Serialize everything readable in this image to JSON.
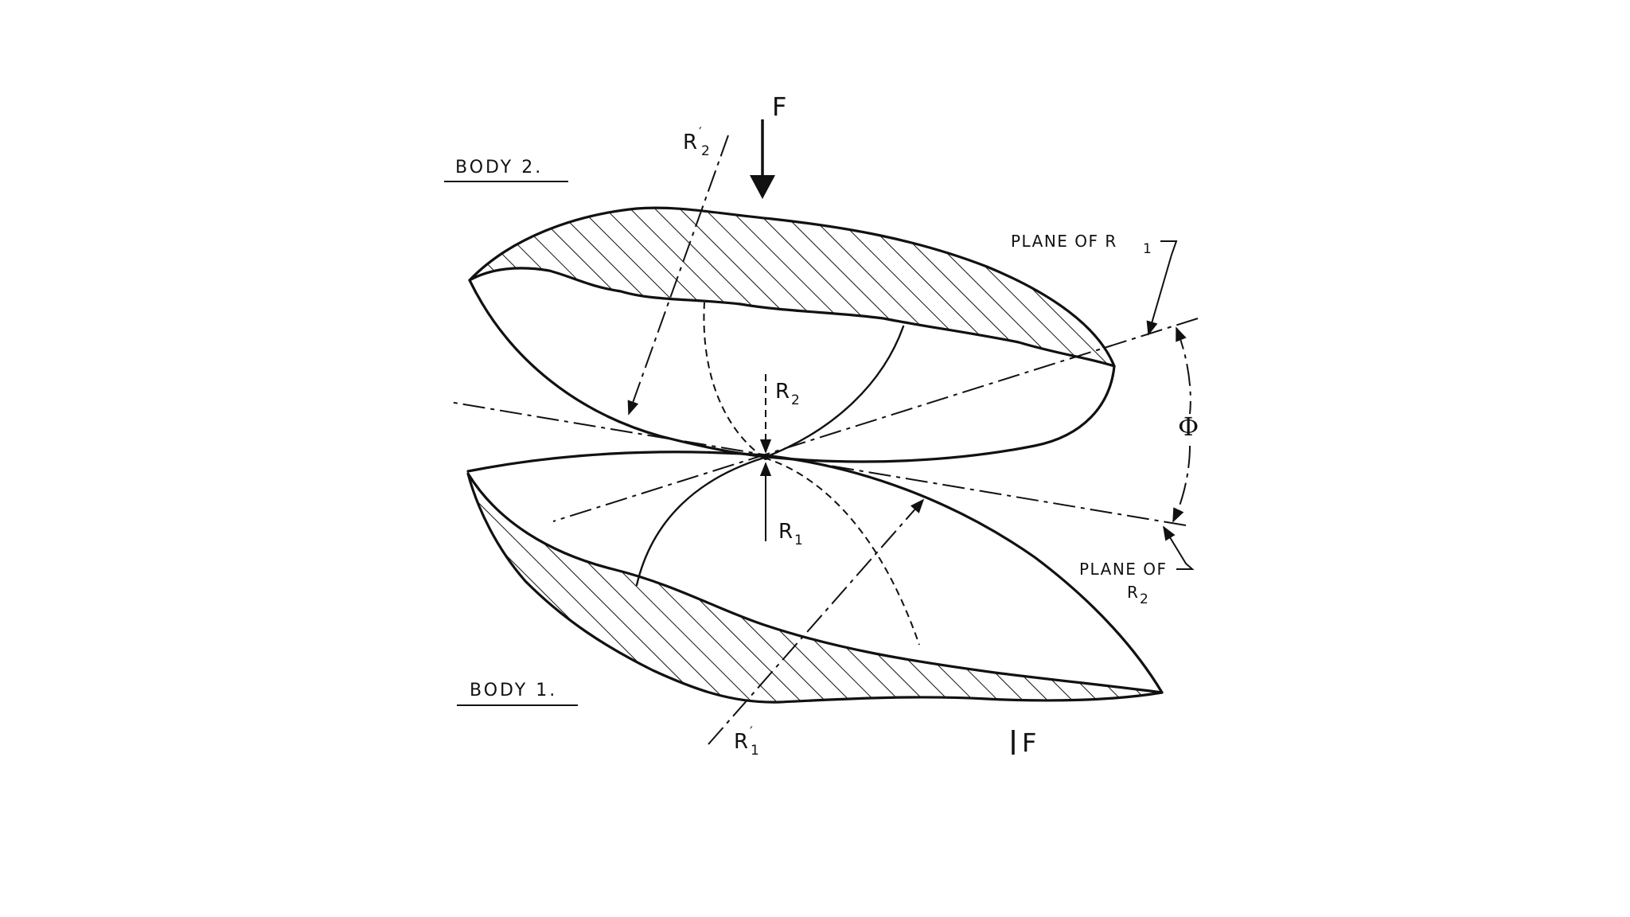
{
  "labels": {
    "body2": "BODY 2.",
    "body1": "BODY 1.",
    "force_top": "F",
    "force_bottom": "F",
    "r2_prime": "R",
    "r2_prime_sub": "2",
    "r1_prime": "R",
    "r1_prime_sub": "1",
    "r2": "R",
    "r2_sub": "2",
    "r1": "R",
    "r1_sub": "1",
    "plane_r1": "PLANE OF R",
    "plane_r1_sub": "1",
    "plane_r2_line1": "PLANE OF",
    "plane_r2_line2": "R",
    "plane_r2_sub": "2",
    "phi": "Φ"
  },
  "colors": {
    "ink": "#111111",
    "background": "#ffffff"
  }
}
